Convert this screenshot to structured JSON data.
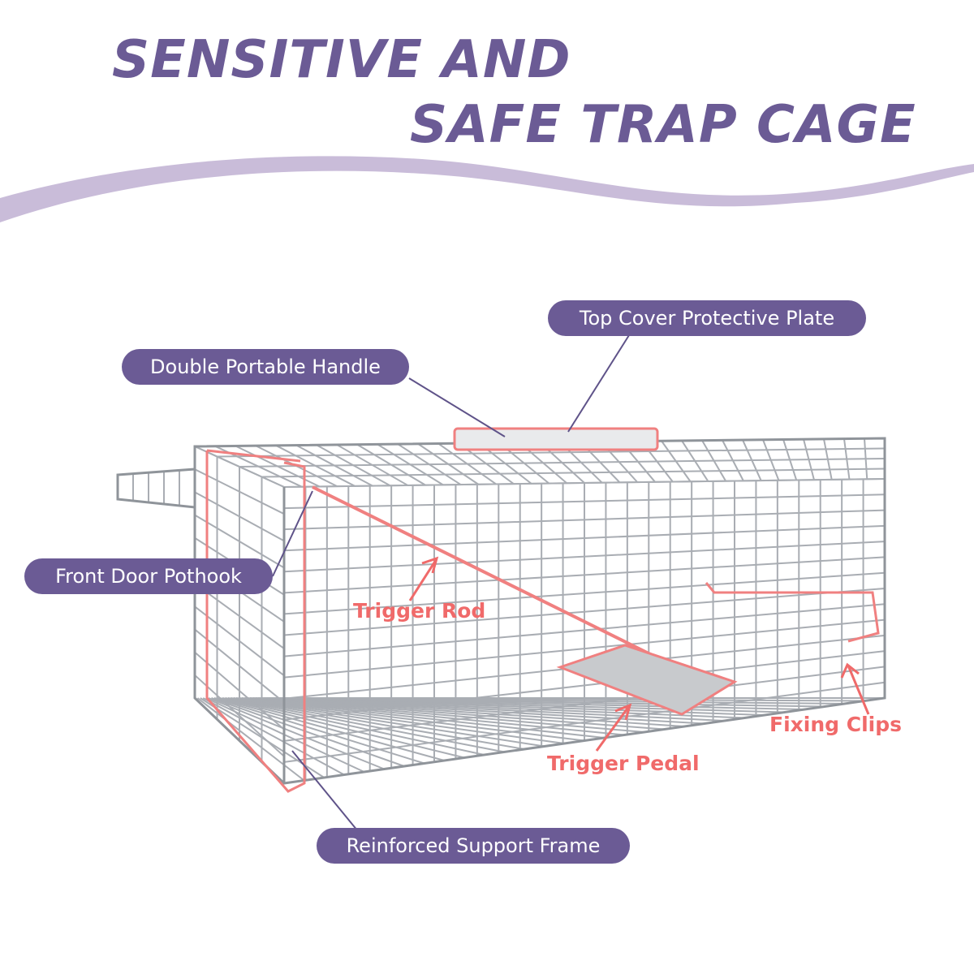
{
  "headline": {
    "line1": "SENSITIVE AND",
    "line2": "SAFE TRAP CAGE"
  },
  "callouts": {
    "top_cover": "Top Cover Protective Plate",
    "handle": "Double Portable Handle",
    "pothook": "Front Door Pothook",
    "support_frame": "Reinforced Support Frame"
  },
  "highlights": {
    "trigger_rod": "Trigger Rod",
    "trigger_pedal": "Trigger Pedal",
    "fixing_clips": "Fixing Clips"
  },
  "colors": {
    "brand_purple": "#6b5b95",
    "wave_lilac": "#c9bcd9",
    "highlight_red": "#f06a6a",
    "wire_gray": "#a9adb3"
  }
}
